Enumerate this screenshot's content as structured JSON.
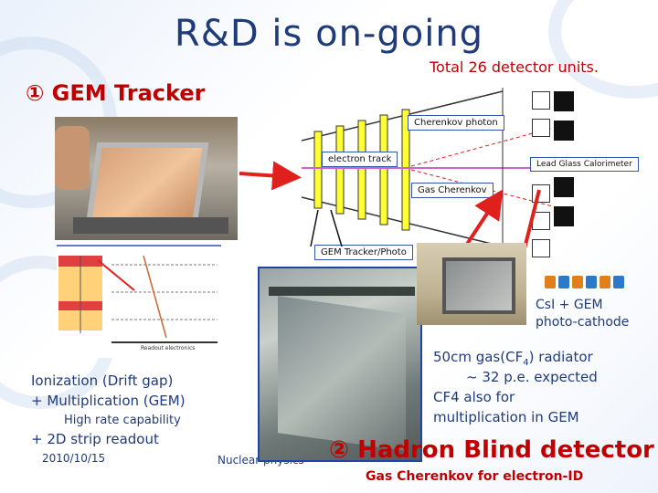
{
  "slide": {
    "title": "R&D is on-going",
    "total_units": "Total 26 detector units.",
    "gem_heading": "① GEM Tracker",
    "hbd_heading": "② Hadron Blind detector",
    "hbd_subheading": "Gas Cherenkov for electron-ID",
    "ionization_line1": "Ionization (Drift gap)",
    "ionization_line2": "+ Multiplication (GEM)",
    "high_rate": "High rate capability",
    "strip_readout": "+ 2D strip readout",
    "date": "2010/10/15",
    "footer_center": "Nuclear physics",
    "csi_line1": "CsI + GEM",
    "csi_line2": "photo-cathode",
    "radiator_line1": "50cm gas(CF",
    "radiator_sub": "4",
    "radiator_line1_end": ") radiator",
    "radiator_line2": "~ 32 p.e. expected",
    "radiator_line3": "CF4 also for",
    "radiator_line4": "multiplication in GEM"
  },
  "diagram": {
    "cherenkov_photon": "Cherenkov photon",
    "electron_track": "electron track",
    "lead_glass": "Lead Glass Calorimeter",
    "gas_cherenkov": "Gas Cherenkov",
    "gem_tracker_photo": "GEM Tracker/Photo",
    "readout": "Readout electronics"
  },
  "colors": {
    "title": "#1f3b7a",
    "accent_red": "#c00000",
    "arrow_red": "#e0201c",
    "tracker_yellow": "#ffff33"
  }
}
